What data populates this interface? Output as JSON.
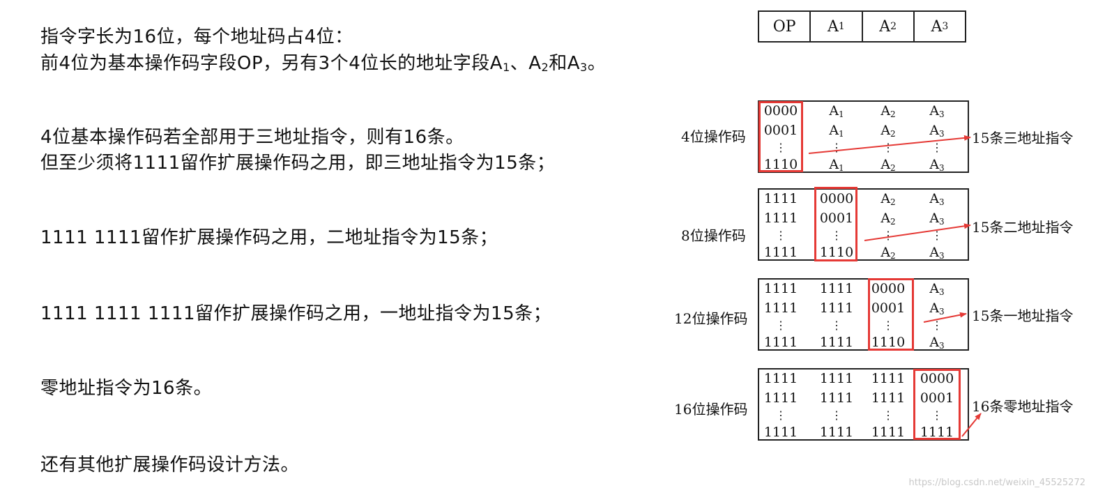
{
  "left_text": {
    "line1": "指令字长为16位，每个地址码占4位：",
    "line2_prefix": "前4位为基本操作码字段OP，另有3个4位长的地址字段A",
    "line2_sub1": "1",
    "line2_sep1": "、A",
    "line2_sub2": "2",
    "line2_sep2": "和A",
    "line2_sub3": "3",
    "line2_suffix": "。",
    "line3": "4位基本操作码若全部用于三地址指令，则有16条。",
    "line4": "但至少须将1111留作扩展操作码之用，即三地址指令为15条；",
    "line5": "1111 1111留作扩展操作码之用，二地址指令为15条；",
    "line6": "1111 1111 1111留作扩展操作码之用，一地址指令为15条；",
    "line7": "零地址指令为16条。",
    "line8": "还有其他扩展操作码设计方法。"
  },
  "header_fields": [
    {
      "main": "OP",
      "sub": ""
    },
    {
      "main": "A",
      "sub": "1"
    },
    {
      "main": "A",
      "sub": "2"
    },
    {
      "main": "A",
      "sub": "3"
    }
  ],
  "blocks": [
    {
      "left_label": "4位操作码",
      "right_label": "15条三地址指令",
      "rows": [
        [
          {
            "t": "0000"
          },
          {
            "t": "A",
            "s": "1"
          },
          {
            "t": "A",
            "s": "2"
          },
          {
            "t": "A",
            "s": "3"
          }
        ],
        [
          {
            "t": "0001"
          },
          {
            "t": "A",
            "s": "1"
          },
          {
            "t": "A",
            "s": "2"
          },
          {
            "t": "A",
            "s": "3"
          }
        ],
        [
          {
            "t": "1110"
          },
          {
            "t": "A",
            "s": "1"
          },
          {
            "t": "A",
            "s": "2"
          },
          {
            "t": "A",
            "s": "3"
          }
        ]
      ]
    },
    {
      "left_label": "8位操作码",
      "right_label": "15条二地址指令",
      "rows": [
        [
          {
            "t": "1111"
          },
          {
            "t": "0000"
          },
          {
            "t": "A",
            "s": "2"
          },
          {
            "t": "A",
            "s": "3"
          }
        ],
        [
          {
            "t": "1111"
          },
          {
            "t": "0001"
          },
          {
            "t": "A",
            "s": "2"
          },
          {
            "t": "A",
            "s": "3"
          }
        ],
        [
          {
            "t": "1111"
          },
          {
            "t": "1110"
          },
          {
            "t": "A",
            "s": "2"
          },
          {
            "t": "A",
            "s": "3"
          }
        ]
      ]
    },
    {
      "left_label": "12位操作码",
      "right_label": "15条一地址指令",
      "rows": [
        [
          {
            "t": "1111"
          },
          {
            "t": "1111"
          },
          {
            "t": "0000"
          },
          {
            "t": "A",
            "s": "3"
          }
        ],
        [
          {
            "t": "1111"
          },
          {
            "t": "1111"
          },
          {
            "t": "0001"
          },
          {
            "t": "A",
            "s": "3"
          }
        ],
        [
          {
            "t": "1111"
          },
          {
            "t": "1111"
          },
          {
            "t": "1110"
          },
          {
            "t": "A",
            "s": "3"
          }
        ]
      ]
    },
    {
      "left_label": "16位操作码",
      "right_label": "16条零地址指令",
      "rows": [
        [
          {
            "t": "1111"
          },
          {
            "t": "1111"
          },
          {
            "t": "1111"
          },
          {
            "t": "0000"
          }
        ],
        [
          {
            "t": "1111"
          },
          {
            "t": "1111"
          },
          {
            "t": "1111"
          },
          {
            "t": "0001"
          }
        ],
        [
          {
            "t": "1111"
          },
          {
            "t": "1111"
          },
          {
            "t": "1111"
          },
          {
            "t": "1111"
          }
        ]
      ]
    }
  ],
  "dots_glyph": "⋮",
  "watermark": "https://blog.csdn.net/weixin_45525272",
  "colors": {
    "highlight": "#e53935",
    "border": "#222222",
    "text": "#111111"
  }
}
